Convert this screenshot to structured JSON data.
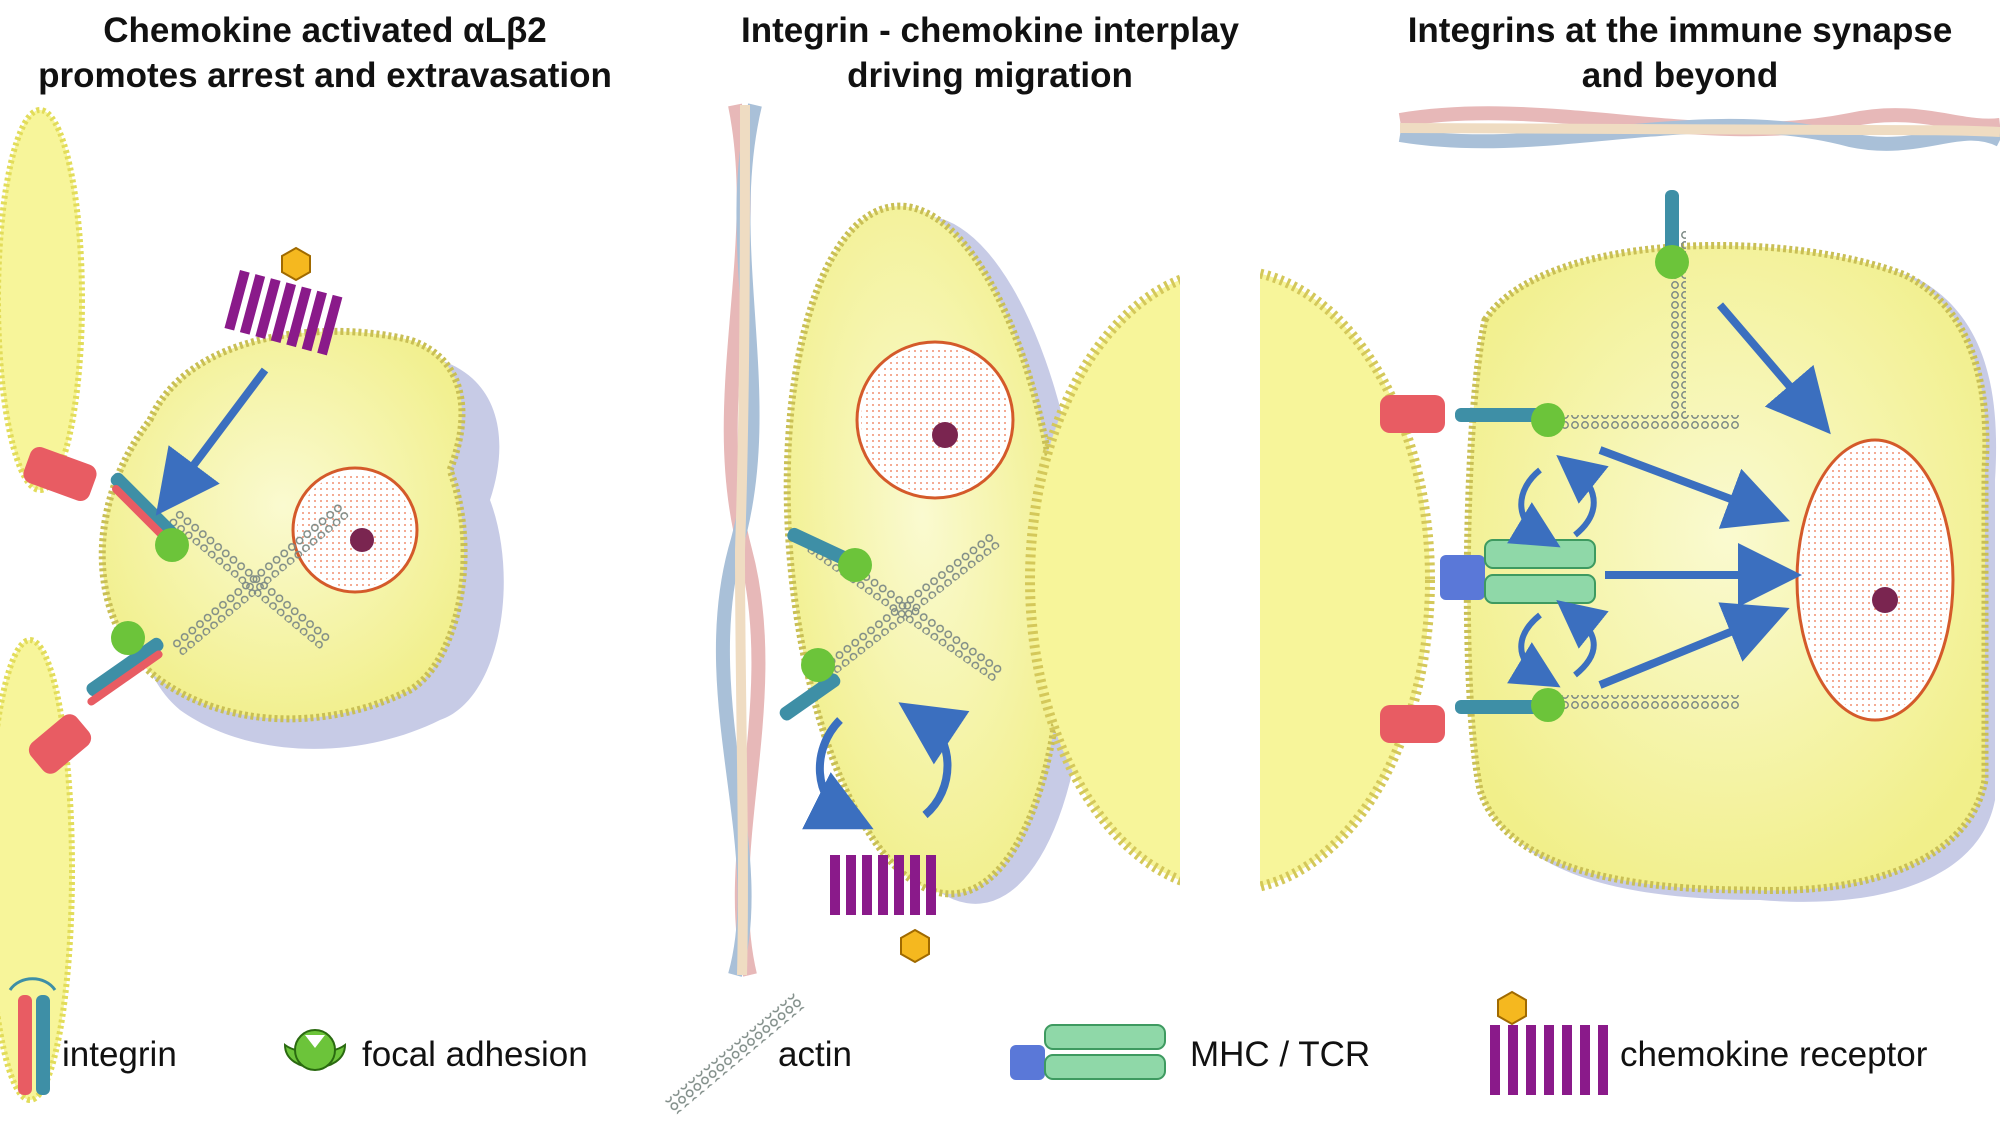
{
  "panels": [
    {
      "title_line1": "Chemokine activated αLβ2",
      "title_line2": "promotes arrest and extravasation"
    },
    {
      "title_line1": "Integrin - chemokine interplay",
      "title_line2": "driving migration"
    },
    {
      "title_line1": "Integrins at the immune synapse",
      "title_line2": "and beyond"
    }
  ],
  "legend": [
    {
      "icon": "integrin-icon",
      "label": "integrin"
    },
    {
      "icon": "focal-adhesion-icon",
      "label": "focal adhesion"
    },
    {
      "icon": "actin-icon",
      "label": "actin"
    },
    {
      "icon": "mhc-tcr-icon",
      "label": "MHC / TCR"
    },
    {
      "icon": "chemokine-receptor-icon",
      "label": "chemokine receptor"
    }
  ],
  "colors": {
    "cytoplasm": "#f4f49a",
    "membrane": "#d4c85a",
    "shadow": "#c7cbe6",
    "nucleus": "#ffffff",
    "chromatin": "#f07840",
    "arrow": "#3b6fbf",
    "integrin_red": "#e85c63",
    "integrin_teal": "#3e8fa6",
    "focal_adhesion": "#6cc43a",
    "receptor_purple": "#8a1a8a",
    "chemokine": "#f5b81f",
    "tcr_green": "#8fd8a8",
    "mhc_blue": "#5a78d8",
    "actin": "#9aa4a0"
  }
}
